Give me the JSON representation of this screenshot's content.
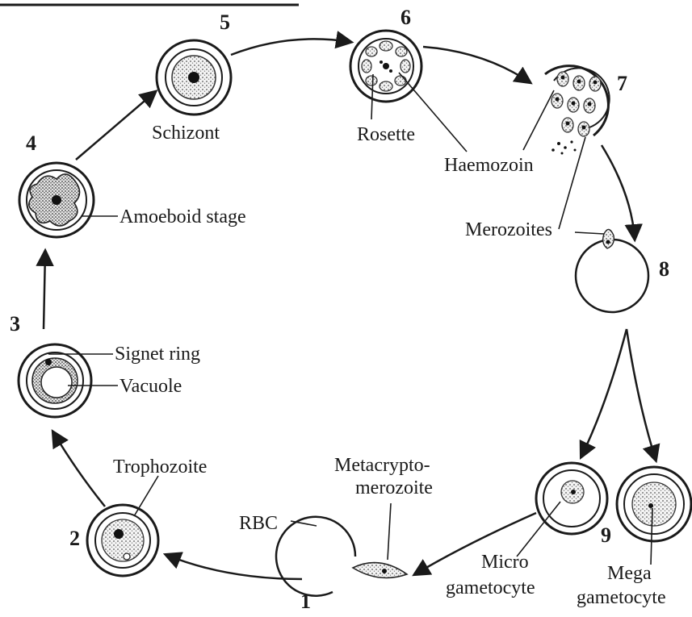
{
  "stages": {
    "s1": "1",
    "s2": "2",
    "s3": "3",
    "s4": "4",
    "s5": "5",
    "s6": "6",
    "s7": "7",
    "s8": "8",
    "s9": "9"
  },
  "labels": {
    "schizont": "Schizont",
    "rosette": "Rosette",
    "haemozoin": "Haemozoin",
    "merozoites": "Merozoites",
    "amoeboid": "Amoeboid stage",
    "signet_ring": "Signet ring",
    "vacuole": "Vacuole",
    "trophozoite": "Trophozoite",
    "rbc": "RBC",
    "metacrypto_1": "Metacrypto-",
    "metacrypto_2": "merozoite",
    "micro_1": "Micro",
    "micro_2": "gametocyte",
    "mega_1": "Mega",
    "mega_2": "gametocyte"
  }
}
